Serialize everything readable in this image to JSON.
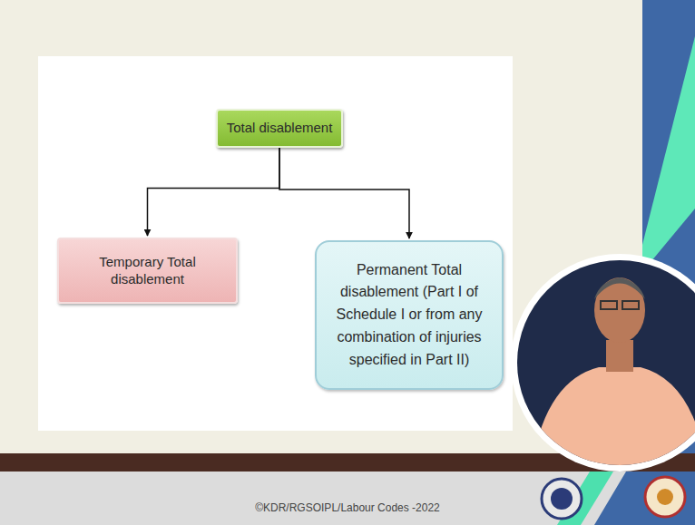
{
  "diagram": {
    "nodes": [
      {
        "text": [
          "Total disablement"
        ]
      },
      {
        "text": [
          "Temporary Total disablement"
        ]
      },
      {
        "text": [
          "Permanent Total disablement (Part I of Schedule I or from any combination of injuries specified in Part II)"
        ]
      }
    ],
    "edges": [
      {
        "from": 0,
        "to": 1,
        "arrow": "to"
      },
      {
        "from": 0,
        "to": 2,
        "arrow": "to"
      }
    ],
    "labels": [
      "©KDR/RGSOIPL/Labour Codes -2022"
    ]
  }
}
